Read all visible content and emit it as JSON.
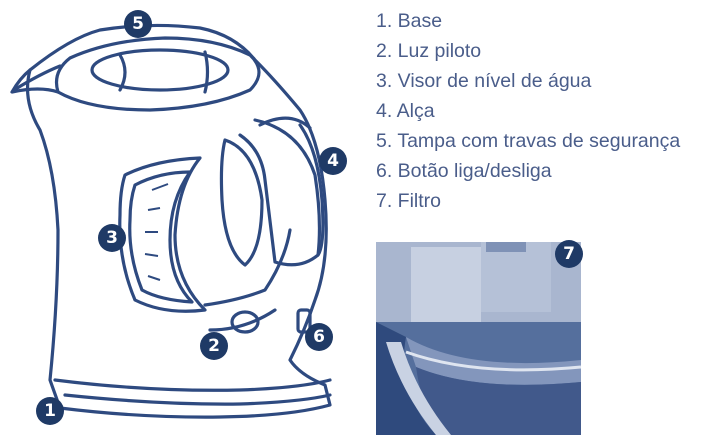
{
  "legend": {
    "items": [
      "1. Base",
      "2. Luz piloto",
      "3. Visor de nível de água",
      "4. Alça",
      "5. Tampa com travas de segurança",
      "6. Botão liga/desliga",
      "7. Filtro"
    ]
  },
  "callouts": [
    "1",
    "2",
    "3",
    "4",
    "5",
    "6",
    "7"
  ],
  "colors": {
    "line": "#2e4a80",
    "fill": "#e9edf5",
    "badge": "#1f3a66",
    "text": "#4a5d8a",
    "photo_bg": "#3f5a8c"
  },
  "icons": {
    "kettle": "kettle-line-drawing",
    "filter_photo": "filter-photo"
  }
}
